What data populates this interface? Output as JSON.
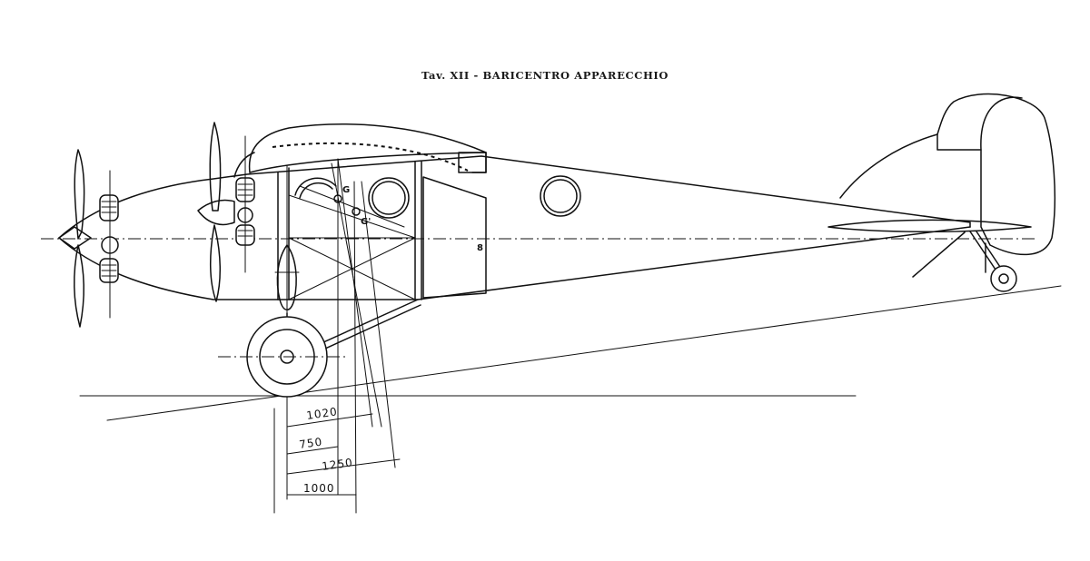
{
  "title": "Tav. XII - BARICENTRO APPARECCHIO",
  "point_labels": {
    "g": "G",
    "g_prime": "G'"
  },
  "side_mark": "8",
  "dimensions": {
    "d1020": "1020",
    "d750": "750",
    "d1250": "1250",
    "d1000": "1000"
  }
}
